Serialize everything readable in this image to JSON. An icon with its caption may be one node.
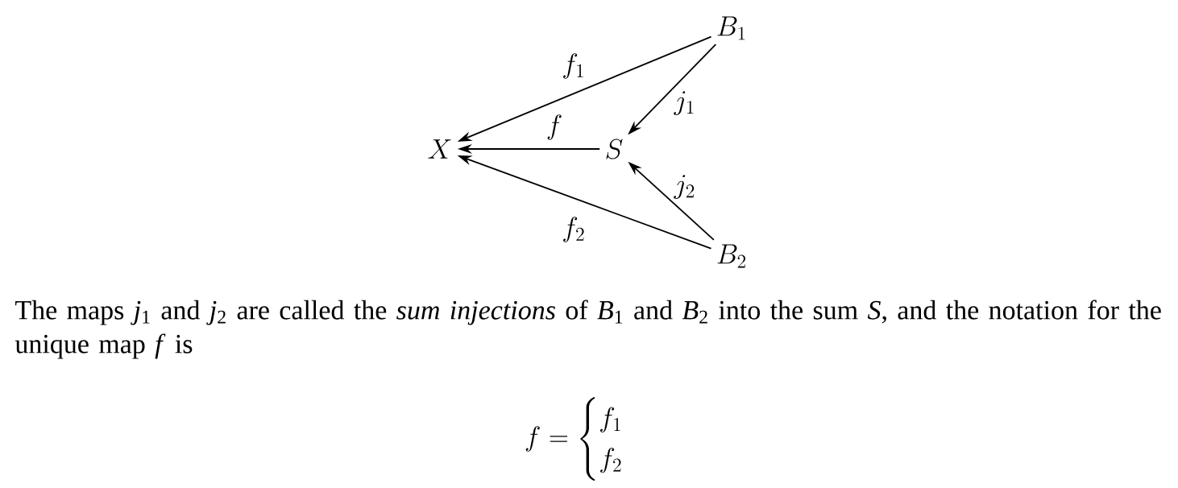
{
  "diagram": {
    "nodes": [
      {
        "text": [
          "B_1"
        ]
      },
      {
        "text": [
          "X"
        ]
      },
      {
        "text": [
          "S"
        ]
      },
      {
        "text": [
          "B_2"
        ]
      }
    ],
    "edges": [
      {
        "from": 0,
        "to": 1,
        "arrow": "to",
        "label": "f_1"
      },
      {
        "from": 2,
        "to": 1,
        "arrow": "to",
        "label": "f"
      },
      {
        "from": 3,
        "to": 1,
        "arrow": "to",
        "label": "f_2"
      },
      {
        "from": 0,
        "to": 2,
        "arrow": "to",
        "label": "j_1"
      },
      {
        "from": 3,
        "to": 2,
        "arrow": "to",
        "label": "j_2"
      }
    ],
    "labels": [
      "The maps *j*$_{1}$ and *j*$_{2}$ are called the *sum injections* of *B*$_{1}$ and *B*$_{2}$ into the sum *S*, and the notation for the unique map *f* is",
      "f = \\begin{cases} f_1 \\\\ f_2 \\end{cases}"
    ]
  }
}
